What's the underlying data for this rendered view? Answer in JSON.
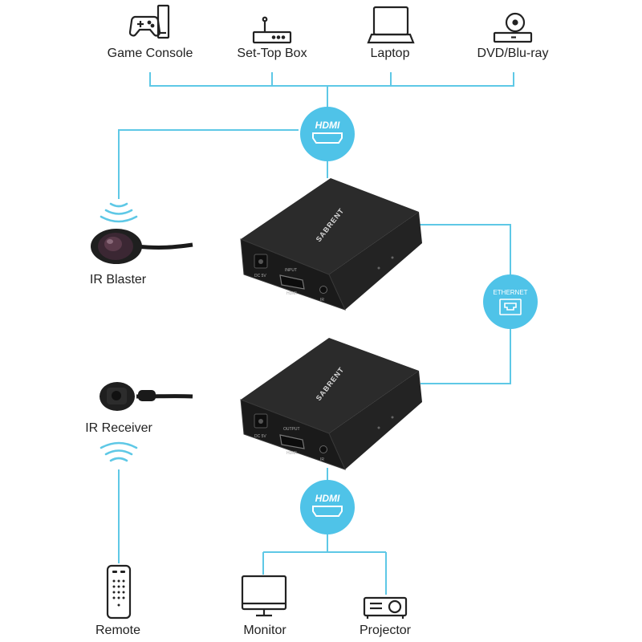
{
  "sources": [
    {
      "label": "Game Console",
      "icon": "game-console-icon"
    },
    {
      "label": "Set-Top Box",
      "icon": "set-top-box-icon"
    },
    {
      "label": "Laptop",
      "icon": "laptop-icon"
    },
    {
      "label": "DVD/Blu-ray",
      "icon": "dvd-player-icon"
    }
  ],
  "ir_blaster": {
    "label": "IR Blaster"
  },
  "ir_receiver": {
    "label": "IR Receiver"
  },
  "remote": {
    "label": "Remote"
  },
  "displays": [
    {
      "label": "Monitor",
      "icon": "monitor-icon"
    },
    {
      "label": "Projector",
      "icon": "projector-icon"
    }
  ],
  "badges": {
    "hdmi": "HDMI",
    "ethernet": "ETHERNET"
  },
  "devices": {
    "brand": "SABRENT",
    "transmitter_port_label": "INPUT",
    "receiver_port_label": "OUTPUT",
    "hdmi_port_text": "HDMI",
    "dc_port_text": "DC 5V",
    "ir_port_text": "IR"
  },
  "colors": {
    "line": "#5ec8e6",
    "badge": "#4fc3e8",
    "device": "#1e1e1e",
    "text": "#222222"
  }
}
